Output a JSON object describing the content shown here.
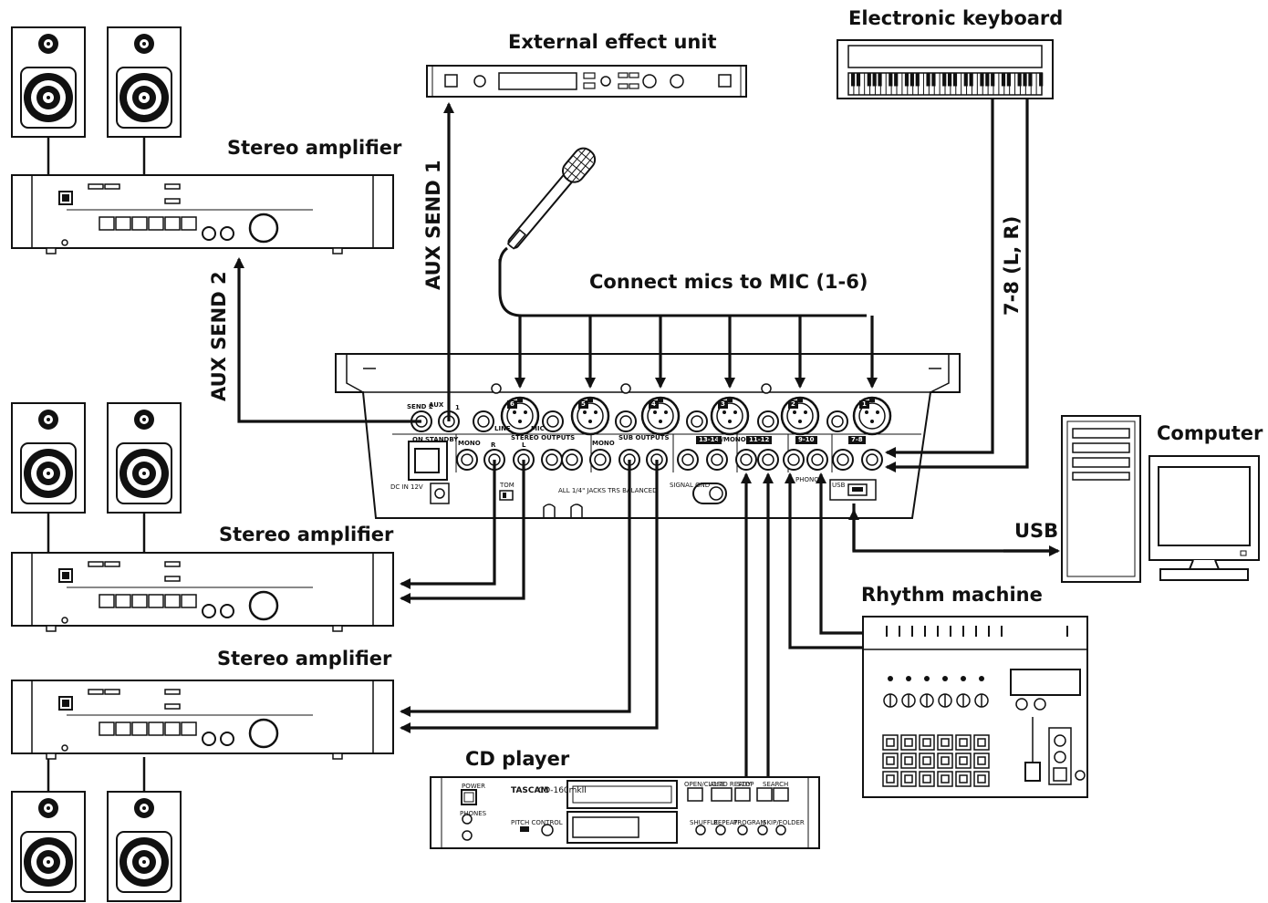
{
  "labels": {
    "electronic_keyboard": "Electronic keyboard",
    "external_effect_unit": "External effect unit",
    "stereo_amplifier_top": "Stereo amplifier",
    "stereo_amplifier_mid": "Stereo amplifier",
    "stereo_amplifier_low": "Stereo amplifier",
    "connect_mics": "Connect mics to MIC (1-6)",
    "computer": "Computer",
    "usb": "USB",
    "rhythm_machine": "Rhythm machine",
    "cd_player": "CD player",
    "aux_send_1": "AUX SEND 1",
    "aux_send_2": "AUX SEND 2",
    "keyboard_channels": "7-8 (L, R)"
  },
  "mixer_panel": {
    "send2": "SEND 2",
    "aux": "AUX",
    "aux_1": "1",
    "on": "ON",
    "standby": "STANDBY",
    "mono": "MONO",
    "stereo_outputs": "STEREO OUTPUTS",
    "sub_outputs": "SUB OUTPUTS",
    "mono_sub": "MONO",
    "ch_13_14": "13-14",
    "ch_11_12": "11-12",
    "ch_9_10": "9-10",
    "ch_7_8": "7-8",
    "l_mono": "L/MONO",
    "r": "R",
    "l": "L",
    "line": "LINE",
    "mic": "MIC",
    "dc_in": "DC IN 12V",
    "tom": "TOM",
    "jacks_note": "ALL 1/4\" JACKS TRS BALANCED",
    "signal_gnd": "SIGNAL GND",
    "usb": "USB",
    "phono": "PHONO",
    "channels": [
      "6",
      "5",
      "4",
      "3",
      "2",
      "1"
    ]
  },
  "cd_panel": {
    "brand": "TASCAM",
    "model": "CD-160mkII",
    "power": "POWER",
    "phones": "PHONES",
    "open_close": "OPEN/CLOSE",
    "auto_ready": "AUTO READY",
    "stop": "STOP",
    "search": "SEARCH",
    "shuffle": "SHUFFLE",
    "repeat": "REPEAT",
    "program": "PROGRAM",
    "skip_folder": "SKIP/FOLDER",
    "pitch_control": "PITCH CONTROL"
  }
}
